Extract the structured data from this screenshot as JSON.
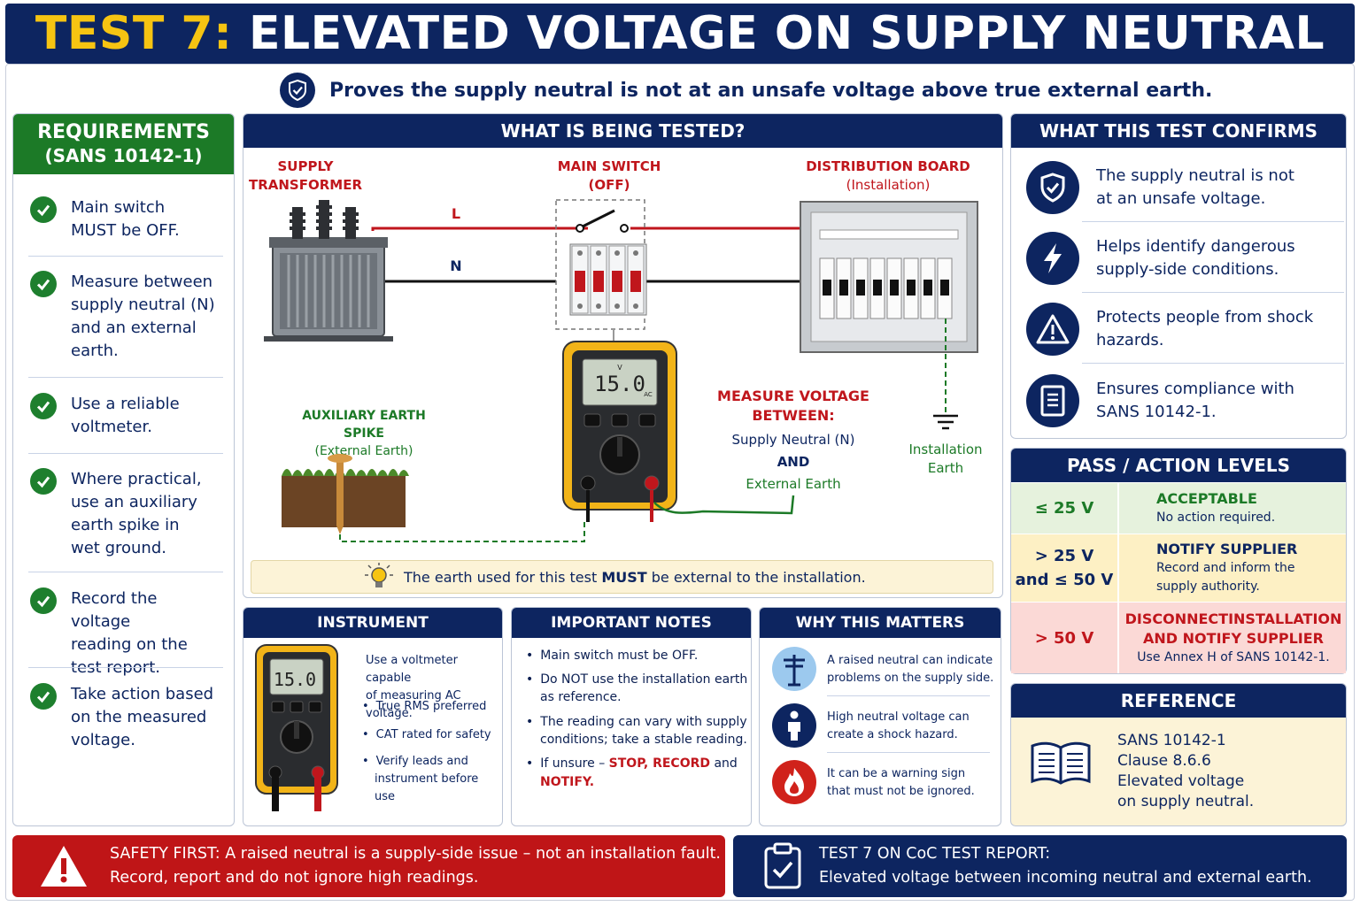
{
  "header": {
    "prefix": "TEST 7:",
    "title": "ELEVATED VOLTAGE ON SUPPLY NEUTRAL"
  },
  "subtitle": "Proves the supply neutral is not at an unsafe voltage above true external earth.",
  "requirements": {
    "title1": "REQUIREMENTS",
    "title2": "(SANS 10142-1)",
    "items": [
      [
        "Main switch",
        "MUST be OFF."
      ],
      [
        "Measure between",
        "supply neutral (N)",
        "and an external",
        "earth."
      ],
      [
        "Use a reliable",
        "voltmeter."
      ],
      [
        "Where practical,",
        "use an auxiliary",
        "earth spike in",
        "wet ground."
      ],
      [
        "Record the voltage",
        "reading on the",
        "test report."
      ],
      [
        "Take action based",
        "on the measured",
        "voltage."
      ]
    ]
  },
  "tested": {
    "title": "WHAT IS BEING TESTED?",
    "transformer": [
      "SUPPLY",
      "TRANSFORMER"
    ],
    "main_switch": [
      "MAIN SWITCH",
      "(OFF)"
    ],
    "db": [
      "DISTRIBUTION BOARD",
      "(Installation)"
    ],
    "line_l": "L",
    "line_n": "N",
    "spike": [
      "AUXILIARY EARTH SPIKE",
      "(External Earth)"
    ],
    "meter_reading": "15.0",
    "meter_unit_v": "V",
    "meter_unit_ac": "AC",
    "measure": [
      "MEASURE VOLTAGE",
      "BETWEEN:"
    ],
    "measure_n": "Supply Neutral (N)",
    "measure_and": "AND",
    "measure_e": "External Earth",
    "inst_earth": [
      "Installation",
      "Earth"
    ],
    "note_pre": "The earth used for this test ",
    "note_bold": "MUST",
    "note_post": " be external to the installation."
  },
  "confirms": {
    "title": "WHAT THIS TEST CONFIRMS",
    "items": [
      {
        "icon": "shield-check-icon",
        "lines": [
          "The supply neutral is not",
          "at an unsafe voltage."
        ]
      },
      {
        "icon": "lightning-icon",
        "lines": [
          "Helps identify dangerous",
          "supply-side conditions."
        ]
      },
      {
        "icon": "warning-icon",
        "lines": [
          "Protects people from shock",
          "hazards."
        ]
      },
      {
        "icon": "document-icon",
        "lines": [
          "Ensures compliance with",
          "SANS 10142-1."
        ]
      }
    ]
  },
  "levels": {
    "title": "PASS / ACTION LEVELS",
    "rows": [
      {
        "range": [
          "≤ 25 V"
        ],
        "action": [
          "ACCEPTABLE"
        ],
        "detail": [
          "No action required."
        ],
        "bg": "#e6f2dd",
        "color": "#1c7a27"
      },
      {
        "range": [
          "> 25 V",
          "and ≤ 50 V"
        ],
        "action": [
          "NOTIFY SUPPLIER"
        ],
        "detail": [
          "Record and inform the",
          "supply authority."
        ],
        "bg": "#fdf0c4",
        "color": "#0d2560"
      },
      {
        "range": [
          "> 50 V"
        ],
        "action": [
          "DISCONNECTINSTALLATION",
          "AND NOTIFY SUPPLIER"
        ],
        "detail": [
          "Use Annex H of SANS 10142-1."
        ],
        "bg": "#fbd9d6",
        "color": "#c0161c"
      }
    ]
  },
  "instrument": {
    "title": "INSTRUMENT",
    "lead": [
      "Use a voltmeter capable",
      "of measuring AC voltage."
    ],
    "bullets": [
      [
        "True RMS preferred"
      ],
      [
        "CAT rated for safety"
      ],
      [
        "Verify leads and",
        "instrument before use"
      ]
    ],
    "meter_reading": "15.0"
  },
  "notes": {
    "title": "IMPORTANT NOTES",
    "b1": "Main switch must be OFF.",
    "b2": [
      "Do NOT use the installation earth",
      "as reference."
    ],
    "b3": [
      "The reading can vary with supply",
      "conditions; take a stable reading."
    ],
    "b4_pre": "If unsure – ",
    "b4_stop": "STOP, RECORD",
    "b4_and": " and",
    "b4_notify": "NOTIFY."
  },
  "why": {
    "title": "WHY THIS MATTERS",
    "items": [
      {
        "icon": "power-pole-icon",
        "lines": [
          "A raised neutral can indicate",
          "problems on the supply side."
        ]
      },
      {
        "icon": "person-icon",
        "lines": [
          "High neutral voltage can",
          "create a shock hazard."
        ]
      },
      {
        "icon": "fire-icon",
        "lines": [
          "It can be a warning sign",
          "that must not be ignored."
        ]
      }
    ]
  },
  "reference": {
    "title": "REFERENCE",
    "lines": [
      "SANS 10142-1",
      "Clause 8.6.6",
      "Elevated voltage",
      "on supply neutral."
    ]
  },
  "safety": {
    "line1": "SAFETY FIRST: A raised neutral is a supply-side issue – not an installation fault.",
    "line2": "Record, report and do not ignore high readings."
  },
  "coc": {
    "line1": "TEST 7 ON CoC TEST REPORT:",
    "line2": "Elevated voltage between incoming neutral and external earth."
  },
  "colors": {
    "navy": "#0d2560",
    "green": "#1e7f2e",
    "red": "#c0161c",
    "yellow": "#f6c412"
  }
}
